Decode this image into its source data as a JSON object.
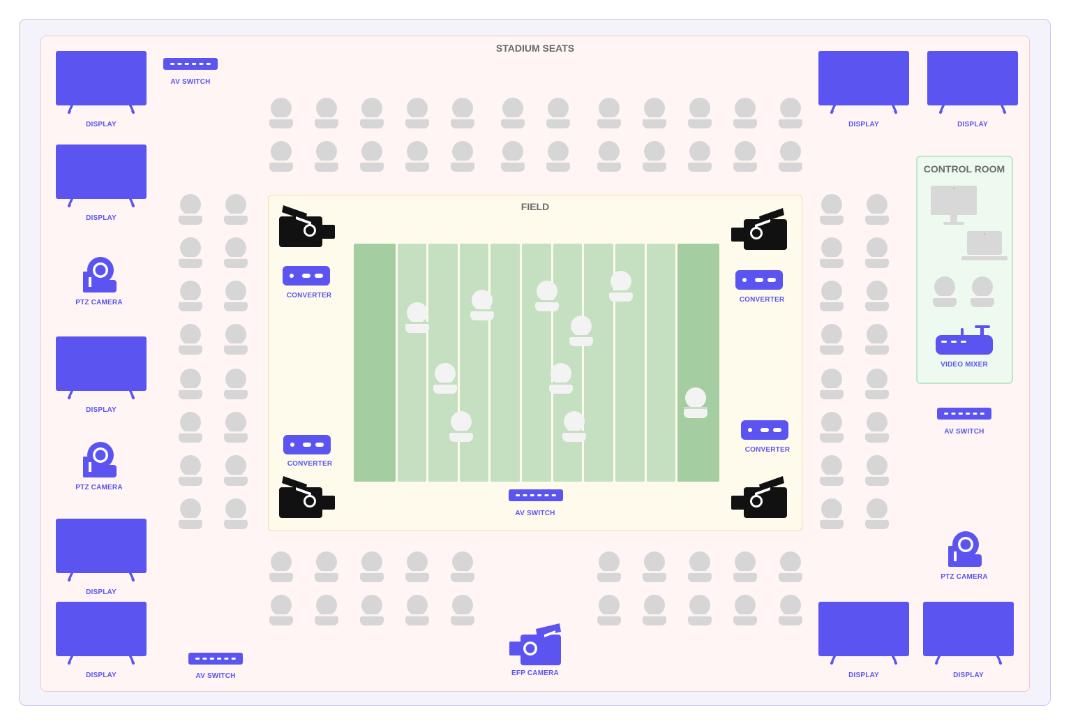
{
  "zones": {
    "stadium_title": "STADIUM SEATS",
    "field_title": "FIELD",
    "control_room_title": "CONTROL ROOM"
  },
  "labels": {
    "display": "DISPLAY",
    "av_switch": "AV SWITCH",
    "ptz_camera": "PTZ CAMERA",
    "converter": "CONVERTER",
    "video_mixer": "VIDEO MIXER",
    "efp_camera": "EFP CAMERA"
  },
  "colors": {
    "device_accent": "#5b54f0",
    "seat": "#d6d6d6",
    "field_stripe": "#c4e0c0",
    "field_endzone": "#a5cda2",
    "camera": "#111111"
  },
  "icons": [
    "display-icon",
    "av-switch-icon",
    "ptz-camera-icon",
    "converter-icon",
    "broadcast-camera-icon",
    "person-icon",
    "monitor-icon",
    "laptop-icon",
    "video-mixer-icon",
    "efp-camera-icon"
  ]
}
